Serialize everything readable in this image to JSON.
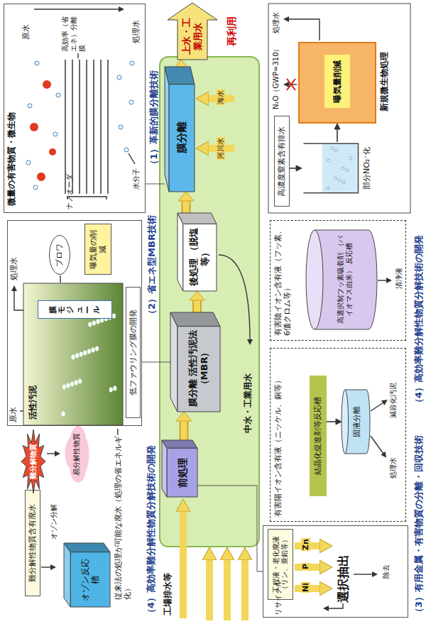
{
  "diagram": {
    "nodes": [
      {
        "text": [
          "（4）高効率難分解性物質分解技術の開発"
        ]
      },
      {
        "text": [
          "難分解性物質含有廃水"
        ],
        "in": 0
      },
      {
        "text": [
          "オゾン反応槽"
        ],
        "in": 0
      },
      {
        "text": [
          "難分解物質"
        ],
        "in": 0
      },
      {
        "text": [
          "易分解性物質"
        ],
        "in": 0
      },
      {
        "text": [
          "（2）省エネ型MBR技術"
        ]
      },
      {
        "text": [
          "活性汚泥"
        ],
        "in": 5
      },
      {
        "text": [
          "膜モジュール"
        ],
        "in": 6
      },
      {
        "text": [
          "ブロワ"
        ],
        "in": 5
      },
      {
        "text": [
          "曝気量の削減"
        ],
        "in": 5
      },
      {
        "text": [
          "低ファウリング膜の開発"
        ],
        "in": 5
      },
      {
        "text": [
          "（1）革新的膜分離技術"
        ]
      },
      {
        "text": [
          "中水・工業用水"
        ]
      },
      {
        "text": [
          "前処理"
        ],
        "in": 12
      },
      {
        "text": [
          "膜分離 活性汚泥法 （MBR）"
        ],
        "in": 12
      },
      {
        "text": [
          "後処理 （脱塩等）"
        ],
        "in": 12
      },
      {
        "text": [
          "膜分離"
        ],
        "in": 12
      },
      {
        "text": [
          "上水・工業用水"
        ]
      },
      {
        "text": [
          "高濃度窒素含有排水"
        ]
      },
      {
        "text": [
          "部分NO₂⁻化"
        ]
      },
      {
        "text": [
          "新規微生物処理"
        ]
      },
      {
        "text": [
          "曝気量削減"
        ],
        "in": 20
      },
      {
        "text": [
          "有害陰イオン含有液（フッ素、6価クロム等）"
        ]
      },
      {
        "text": [
          "高選択制フッ素吸着剤 （バイオマス由来） 反応槽"
        ],
        "in": 22
      },
      {
        "text": [
          "有害陽イオン含有液（ニッケル、銅等）"
        ]
      },
      {
        "text": [
          "結晶化促進剤等反応槽"
        ],
        "in": 24
      },
      {
        "text": [
          "固液分離"
        ],
        "in": 24
      },
      {
        "text": [
          "選択抽出"
        ]
      },
      {
        "text": [
          "工程液・老化廃液（リン、亜鉛等）"
        ],
        "in": 27
      }
    ],
    "edges": [
      {
        "from": 13,
        "to": 14,
        "arrow": "to"
      },
      {
        "from": 14,
        "to": 15,
        "arrow": "to"
      },
      {
        "from": 15,
        "to": 16,
        "arrow": "to"
      },
      {
        "from": 16,
        "to": 17,
        "arrow": "to"
      },
      {
        "from": 14,
        "to": 5,
        "arrow": "none"
      },
      {
        "from": 16,
        "to": 11,
        "arrow": "none"
      },
      {
        "from": 13,
        "to": 27,
        "arrow": "none"
      },
      {
        "from": 18,
        "to": 19,
        "arrow": "to"
      },
      {
        "from": 19,
        "to": 20,
        "arrow": "to"
      },
      {
        "from": 25,
        "to": 26,
        "arrow": "to"
      }
    ],
    "labels": [
      "オゾン分解",
      "従来法の処理が可能な廃水（処理の省エネルギー化）",
      "原水",
      "処理水",
      "微量の有害物質・微生物",
      "ナノオーダ",
      "水分子",
      "原水",
      "高効率（省エネ）分離膜",
      "処理水",
      "工場排水等",
      "河川水",
      "海水",
      "再利用",
      "N₂O（GWP=310）",
      "処理水",
      "清浄液",
      "処理水",
      "減容化汚泥",
      "Ni",
      "P",
      "Zn",
      "リサイクル",
      "除去",
      "（3）有用金属・有害物質の分離・回収技術",
      "（4）高効率難分解性物質分解技術の開発"
    ]
  }
}
